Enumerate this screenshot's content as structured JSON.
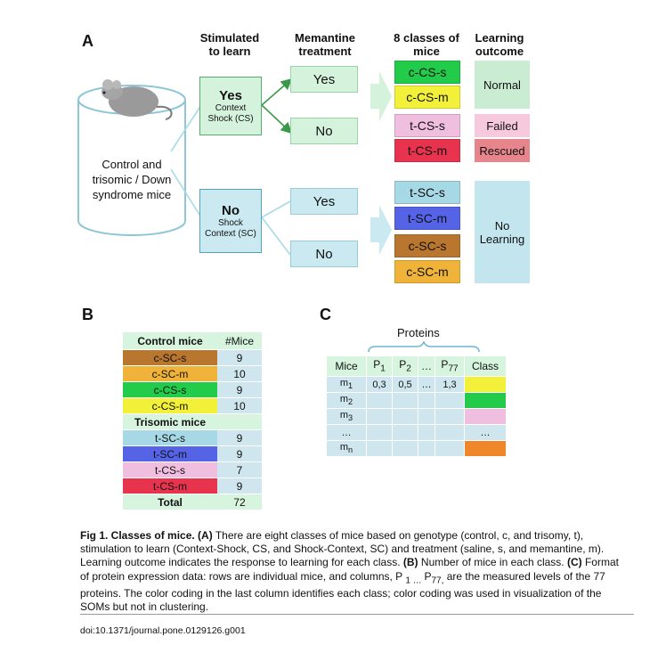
{
  "panel_a": {
    "label": "A",
    "headers": {
      "stimulated": [
        "Stimulated",
        "to learn"
      ],
      "memantine": [
        "Memantine",
        "treatment"
      ],
      "classes": [
        "8 classes of",
        "mice"
      ],
      "outcome": [
        "Learning",
        "outcome"
      ]
    },
    "cylinder_text": [
      "Control and",
      "trisomic / Down",
      "syndrome mice"
    ],
    "stim_yes": {
      "title": "Yes",
      "sub": [
        "Context",
        "Shock (CS)"
      ]
    },
    "stim_no": {
      "title": "No",
      "sub": [
        "Shock",
        "Context (SC)"
      ]
    },
    "memantine": [
      "Yes",
      "No",
      "Yes",
      "No"
    ],
    "classes": [
      {
        "label": "c-CS-s",
        "color": "#22cc4a"
      },
      {
        "label": "c-CS-m",
        "color": "#f2f038"
      },
      {
        "label": "t-CS-s",
        "color": "#f0bede"
      },
      {
        "label": "t-CS-m",
        "color": "#e8334f"
      },
      {
        "label": "t-SC-s",
        "color": "#a6d8e6"
      },
      {
        "label": "t-SC-m",
        "color": "#5563e6"
      },
      {
        "label": "c-SC-s",
        "color": "#b9762f"
      },
      {
        "label": "c-SC-m",
        "color": "#f0b33a"
      }
    ],
    "outcomes": {
      "normal": {
        "label": "Normal",
        "color": "#c9ecd2"
      },
      "failed": {
        "label": "Failed",
        "color": "#f6c9dd"
      },
      "rescued": {
        "label": "Rescued",
        "color": "#e7858c"
      },
      "no_learning": {
        "label": [
          "No",
          "Learning"
        ],
        "color": "#c3e6ee"
      }
    }
  },
  "panel_b": {
    "label": "B",
    "header": {
      "col1": "Control mice",
      "col2": "#Mice"
    },
    "control_rows": [
      {
        "label": "c-SC-s",
        "count": "9",
        "color": "#b9762f"
      },
      {
        "label": "c-SC-m",
        "count": "10",
        "color": "#f0b33a"
      },
      {
        "label": "c-CS-s",
        "count": "9",
        "color": "#22cc4a"
      },
      {
        "label": "c-CS-m",
        "count": "10",
        "color": "#f2f038"
      }
    ],
    "trisomic_header": "Trisomic mice",
    "trisomic_rows": [
      {
        "label": "t-SC-s",
        "count": "9",
        "color": "#a6d8e6"
      },
      {
        "label": "t-SC-m",
        "count": "9",
        "color": "#5563e6"
      },
      {
        "label": "t-CS-s",
        "count": "7",
        "color": "#f0bede"
      },
      {
        "label": "t-CS-m",
        "count": "9",
        "color": "#e8334f"
      }
    ],
    "total": {
      "label": "Total",
      "count": "72"
    }
  },
  "panel_c": {
    "label": "C",
    "proteins_label": "Proteins",
    "header": {
      "mice": "Mice",
      "p1": "P",
      "p1_sub": "1",
      "p2": "P",
      "p2_sub": "2",
      "dots": "…",
      "p77": "P",
      "p77_sub": "77",
      "class": "Class"
    },
    "rows": [
      {
        "m": "m",
        "sub": "1",
        "v1": "0,3",
        "v2": "0,5",
        "v3": "…",
        "v4": "1,3",
        "class": "",
        "color": "#f2f038"
      },
      {
        "m": "m",
        "sub": "2",
        "v1": "",
        "v2": "",
        "v3": "",
        "v4": "",
        "class": "",
        "color": "#22cc4a"
      },
      {
        "m": "m",
        "sub": "3",
        "v1": "",
        "v2": "",
        "v3": "",
        "v4": "",
        "class": "",
        "color": "#f0bede"
      },
      {
        "m": "…",
        "sub": "",
        "v1": "",
        "v2": "",
        "v3": "",
        "v4": "",
        "class": "…",
        "color": "#cfe6ee"
      },
      {
        "m": "m",
        "sub": "n",
        "v1": "",
        "v2": "",
        "v3": "",
        "v4": "",
        "class": "",
        "color": "#f0862a"
      }
    ]
  },
  "caption": {
    "lead": "Fig 1. Classes of mice. (A)",
    "a_text": " There are eight classes of mice based on genotype (control, c, and trisomy, t), stimulation to learn (Context-Shock, CS, and Shock-Context, SC) and treatment (saline, s, and memantine, m). Learning outcome indicates the response to learning for each class. ",
    "b_lead": "(B)",
    "b_text": " Number of mice in each class. ",
    "c_lead": "(C)",
    "c_text_1": " Format of protein expression data: rows are individual mice, and columns, P ",
    "c_sub_1": "1 … ",
    "c_text_2": "P",
    "c_sub_2": "77,",
    "c_text_3": " are the measured levels of the 77 proteins. The color coding in the last column identifies each class; color coding was used in visualization of the SOMs but not in clustering."
  },
  "doi": "doi:10.1371/journal.pone.0129126.g001"
}
